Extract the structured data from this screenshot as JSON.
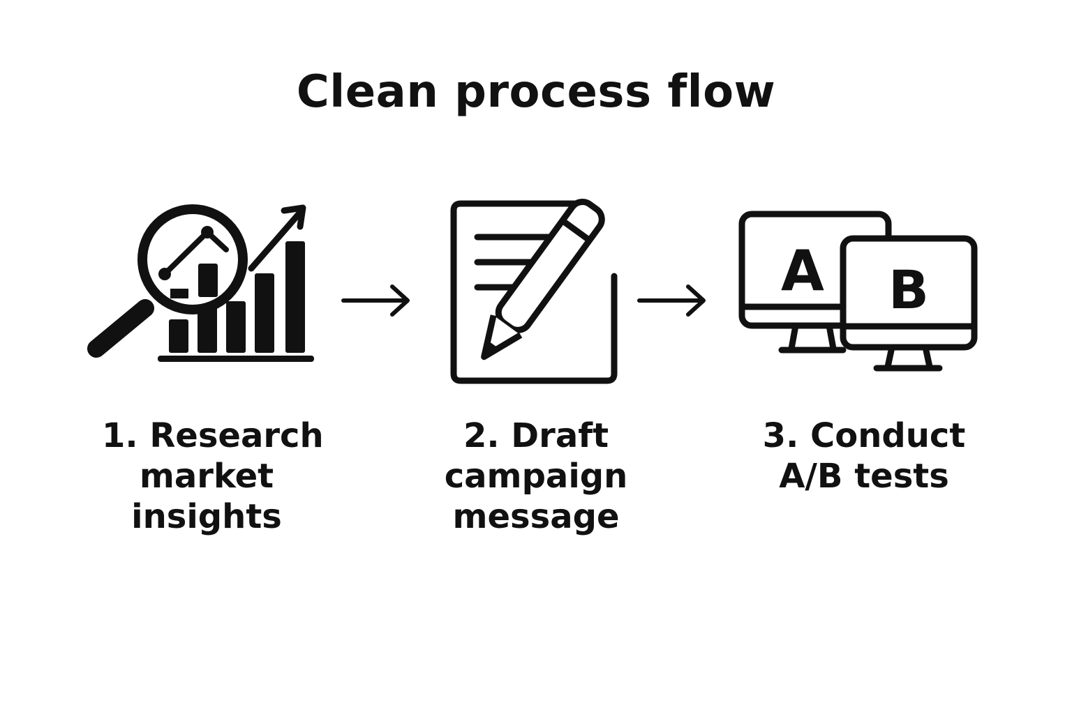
{
  "title": "Clean process flow",
  "colors": {
    "ink": "#111111",
    "background": "#ffffff"
  },
  "steps": [
    {
      "icon": "magnifier-chart-icon",
      "lines": [
        "1. Research",
        "market",
        "insights"
      ]
    },
    {
      "icon": "document-pencil-icon",
      "lines": [
        "2. Draft",
        "campaign",
        "message"
      ]
    },
    {
      "icon": "ab-monitors-icon",
      "lines": [
        "3. Conduct",
        "A/B tests"
      ],
      "screen_letters": [
        "A",
        "B"
      ]
    }
  ],
  "connectors": [
    {
      "from": 1,
      "to": 2,
      "icon": "arrow-right-icon"
    },
    {
      "from": 2,
      "to": 3,
      "icon": "arrow-right-icon"
    }
  ]
}
